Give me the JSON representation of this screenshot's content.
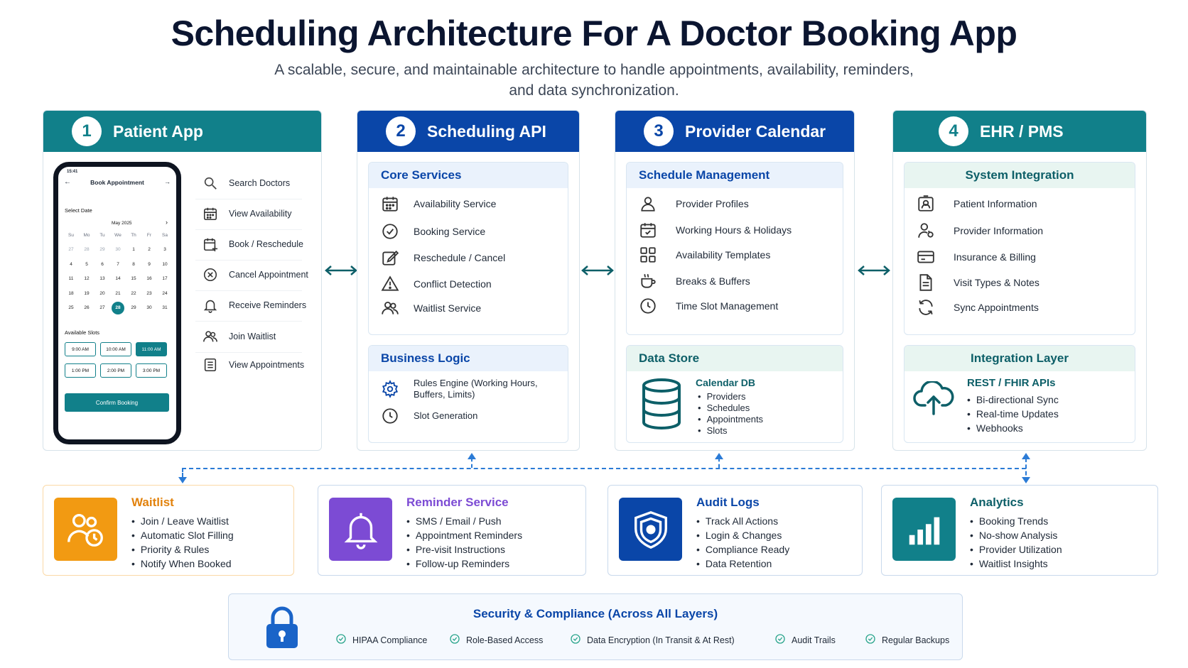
{
  "header": {
    "title": "Scheduling Architecture For A Doctor Booking App",
    "subtitle": "A scalable, secure, and maintainable architecture to handle appointments, availability, reminders, and data synchronization."
  },
  "colors": {
    "teal": "#11808a",
    "blue": "#0a46a8",
    "orange": "#f29a12",
    "purple": "#7c4bd4",
    "navy": "#0a46a8"
  },
  "patient_app": {
    "number": "1",
    "title": "Patient App",
    "phone": {
      "status_time": "15:41",
      "screen_title": "Book Appointment",
      "select_date_label": "Select Date",
      "month": "May 2025",
      "weekdays": [
        "Su",
        "Mo",
        "Tu",
        "We",
        "Th",
        "Fr",
        "Sa"
      ],
      "weeks": [
        [
          "27",
          "28",
          "29",
          "30",
          "1",
          "2",
          "3"
        ],
        [
          "4",
          "5",
          "6",
          "7",
          "8",
          "9",
          "10"
        ],
        [
          "11",
          "12",
          "13",
          "14",
          "15",
          "16",
          "17"
        ],
        [
          "18",
          "19",
          "20",
          "21",
          "22",
          "23",
          "24"
        ],
        [
          "25",
          "26",
          "27",
          "28",
          "29",
          "30",
          "31"
        ]
      ],
      "selected_day": "28",
      "available_slots_label": "Available Slots",
      "slots": [
        "9:00 AM",
        "10:00 AM",
        "11:00 AM",
        "1:00 PM",
        "2:00 PM",
        "3:00 PM"
      ],
      "selected_slot": "11:00 AM",
      "confirm_label": "Confirm Booking"
    },
    "features": [
      {
        "label": "Search Doctors",
        "icon": "search-icon"
      },
      {
        "label": "View Availability",
        "icon": "calendar-icon"
      },
      {
        "label": "Book / Reschedule",
        "icon": "calendar-plus-icon"
      },
      {
        "label": "Cancel Appointment",
        "icon": "cancel-circle-icon"
      },
      {
        "label": "Receive Reminders",
        "icon": "bell-icon"
      },
      {
        "label": "Join Waitlist",
        "icon": "users-icon"
      },
      {
        "label": "View Appointments",
        "icon": "list-icon"
      }
    ]
  },
  "scheduling_api": {
    "number": "2",
    "title": "Scheduling API",
    "core_services": {
      "title": "Core Services",
      "items": [
        {
          "label": "Availability Service",
          "icon": "calendar-icon"
        },
        {
          "label": "Booking Service",
          "icon": "check-circle-icon"
        },
        {
          "label": "Reschedule / Cancel",
          "icon": "edit-icon"
        },
        {
          "label": "Conflict Detection",
          "icon": "warning-icon"
        },
        {
          "label": "Waitlist Service",
          "icon": "users-icon"
        }
      ]
    },
    "business_logic": {
      "title": "Business Logic",
      "items": [
        {
          "label": "Rules Engine (Working Hours, Buffers, Limits)",
          "icon": "gear-icon"
        },
        {
          "label": "Slot Generation",
          "icon": "clock-icon"
        }
      ]
    }
  },
  "provider_calendar": {
    "number": "3",
    "title": "Provider Calendar",
    "schedule_management": {
      "title": "Schedule Management",
      "items": [
        {
          "label": "Provider Profiles",
          "icon": "user-icon"
        },
        {
          "label": "Working Hours & Holidays",
          "icon": "calendar-check-icon"
        },
        {
          "label": "Availability Templates",
          "icon": "grid-icon"
        },
        {
          "label": "Breaks & Buffers",
          "icon": "coffee-icon"
        },
        {
          "label": "Time Slot Management",
          "icon": "clock-icon"
        }
      ]
    },
    "data_store": {
      "title": "Data Store",
      "db_title": "Calendar DB",
      "items": [
        "Providers",
        "Schedules",
        "Appointments",
        "Slots"
      ]
    }
  },
  "ehr_pms": {
    "number": "4",
    "title": "EHR / PMS",
    "system_integration": {
      "title": "System Integration",
      "items": [
        {
          "label": "Patient Information",
          "icon": "id-badge-icon"
        },
        {
          "label": "Provider Information",
          "icon": "provider-icon"
        },
        {
          "label": "Insurance & Billing",
          "icon": "card-icon"
        },
        {
          "label": "Visit Types & Notes",
          "icon": "document-icon"
        },
        {
          "label": "Sync Appointments",
          "icon": "sync-icon"
        }
      ]
    },
    "integration_layer": {
      "title": "Integration Layer",
      "api_title": "REST / FHIR APIs",
      "items": [
        "Bi-directional Sync",
        "Real-time Updates",
        "Webhooks"
      ]
    }
  },
  "bottom": [
    {
      "title": "Waitlist",
      "icon": "waitlist-icon",
      "items": [
        "Join / Leave Waitlist",
        "Automatic Slot Filling",
        "Priority & Rules",
        "Notify When Booked"
      ]
    },
    {
      "title": "Reminder Service",
      "icon": "bell-icon",
      "items": [
        "SMS / Email / Push",
        "Appointment Reminders",
        "Pre-visit Instructions",
        "Follow-up Reminders"
      ]
    },
    {
      "title": "Audit Logs",
      "icon": "shield-icon",
      "items": [
        "Track All Actions",
        "Login & Changes",
        "Compliance Ready",
        "Data Retention"
      ]
    },
    {
      "title": "Analytics",
      "icon": "bar-chart-icon",
      "items": [
        "Booking Trends",
        "No-show Analysis",
        "Provider Utilization",
        "Waitlist Insights"
      ]
    }
  ],
  "security": {
    "title": "Security & Compliance (Across All Layers)",
    "items": [
      "HIPAA Compliance",
      "Role-Based Access",
      "Data Encryption (In Transit & At Rest)",
      "Audit Trails",
      "Regular Backups"
    ]
  }
}
